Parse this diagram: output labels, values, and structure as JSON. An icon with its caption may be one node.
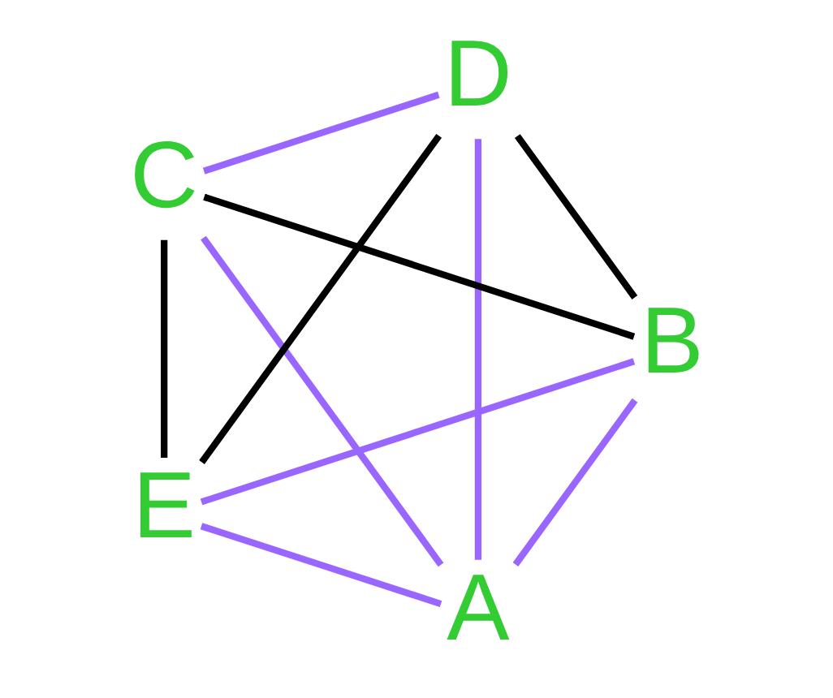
{
  "diagram": {
    "nodes": [
      {
        "text": [
          "A"
        ]
      },
      {
        "text": [
          "B"
        ]
      },
      {
        "text": [
          "C"
        ]
      },
      {
        "text": [
          "D"
        ]
      },
      {
        "text": [
          "E"
        ]
      }
    ],
    "edges": [
      {
        "from": 0,
        "to": 1,
        "arrow": "none"
      },
      {
        "from": 0,
        "to": 2,
        "arrow": "none"
      },
      {
        "from": 0,
        "to": 3,
        "arrow": "none"
      },
      {
        "from": 0,
        "to": 4,
        "arrow": "none"
      },
      {
        "from": 1,
        "to": 2,
        "arrow": "none",
        "color": "#000000"
      },
      {
        "from": 1,
        "to": 3,
        "arrow": "none",
        "color": "#000000"
      },
      {
        "from": 1,
        "to": 4,
        "arrow": "none"
      },
      {
        "from": 2,
        "to": 3,
        "arrow": "none"
      },
      {
        "from": 2,
        "to": 4,
        "arrow": "none",
        "color": "#000000"
      },
      {
        "from": 3,
        "to": 4,
        "arrow": "none",
        "color": "#000000"
      }
    ]
  }
}
